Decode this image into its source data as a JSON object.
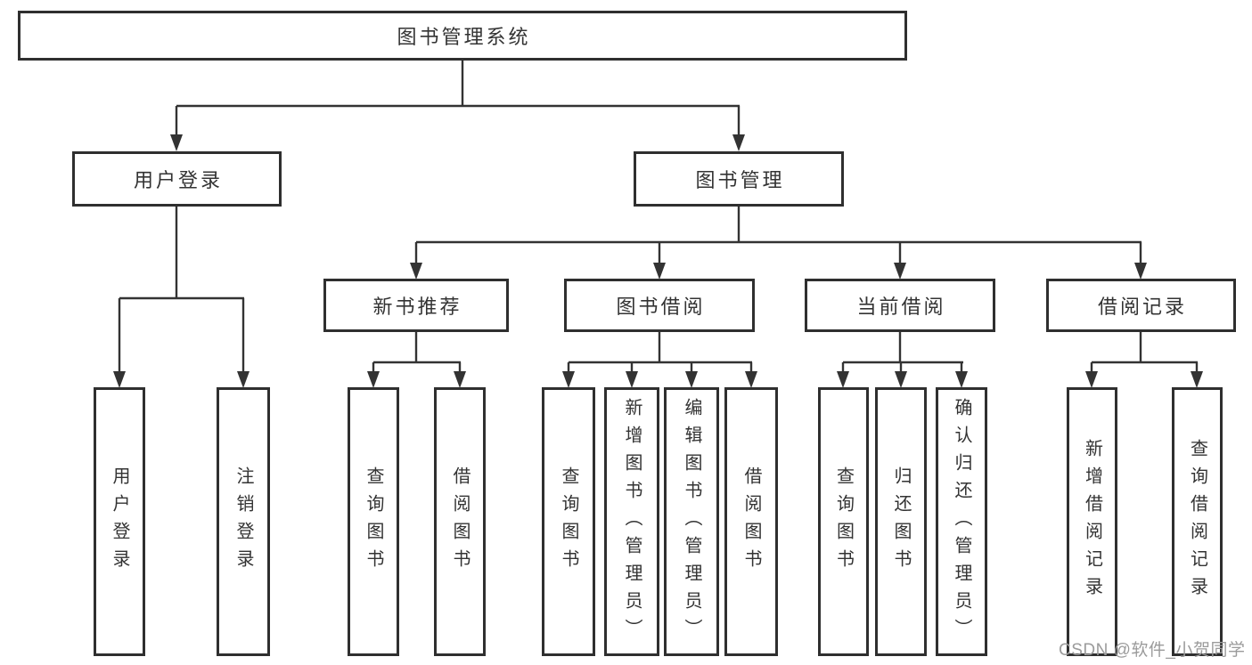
{
  "colors": {
    "background": "#ffffff",
    "line": "#333333",
    "box_border": "#2f2f2f",
    "box_bg": "#ffffff",
    "text": "#333333",
    "watermark": "#9b9b9b"
  },
  "tree": {
    "label": "图书管理系统",
    "children": [
      {
        "label": "用户登录",
        "children": [
          {
            "label": "用户登录"
          },
          {
            "label": "注销登录"
          }
        ]
      },
      {
        "label": "图书管理",
        "children": [
          {
            "label": "新书推荐",
            "children": [
              {
                "label": "查询图书"
              },
              {
                "label": "借阅图书"
              }
            ]
          },
          {
            "label": "图书借阅",
            "children": [
              {
                "label": "查询图书"
              },
              {
                "label": "新增图书（管理员）"
              },
              {
                "label": "编辑图书（管理员）"
              },
              {
                "label": "借阅图书"
              }
            ]
          },
          {
            "label": "当前借阅",
            "children": [
              {
                "label": "查询图书"
              },
              {
                "label": "归还图书"
              },
              {
                "label": "确认归还（管理员）"
              }
            ]
          },
          {
            "label": "借阅记录",
            "children": [
              {
                "label": "新增借阅记录"
              },
              {
                "label": "查询借阅记录"
              }
            ]
          }
        ]
      }
    ]
  },
  "watermark": {
    "text": "CSDN @软件_小贺同学"
  }
}
